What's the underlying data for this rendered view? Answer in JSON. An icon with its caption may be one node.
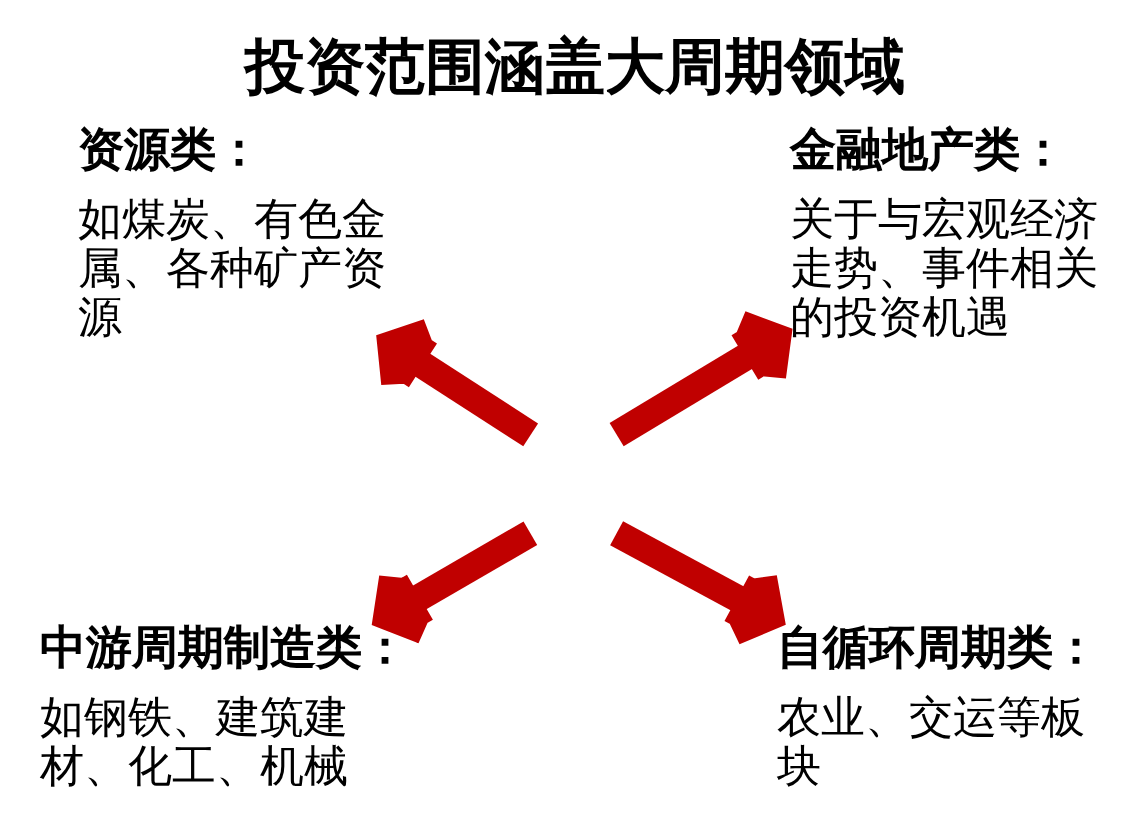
{
  "diagram": {
    "title": "投资范围涵盖大周期领域",
    "nodes": [
      {
        "text": [
          "资源类：",
          "如煤炭、有色金属、各种矿产资源"
        ]
      },
      {
        "text": [
          "金融地产类：",
          "关于与宏观经济走势、事件相关的投资机遇"
        ]
      },
      {
        "text": [
          "中游周期制造类：",
          "如钢铁、建筑建材、化工、机械"
        ]
      },
      {
        "text": [
          "自循环周期类：",
          "农业、交运等板块"
        ]
      }
    ],
    "edges": [
      {
        "from": null,
        "to": 0,
        "arrow": "to"
      },
      {
        "from": null,
        "to": 1,
        "arrow": "to"
      },
      {
        "from": null,
        "to": 2,
        "arrow": "to"
      },
      {
        "from": null,
        "to": 3,
        "arrow": "to"
      }
    ]
  }
}
